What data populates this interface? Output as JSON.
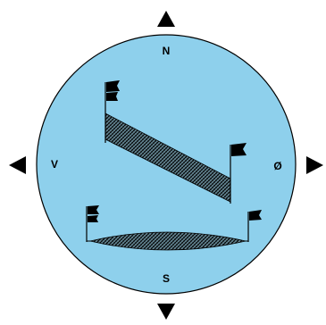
{
  "compass": {
    "north_label": "N",
    "south_label": "S",
    "west_label": "V",
    "east_label": "Ø"
  },
  "colors": {
    "disc_fill": "#8ed0ec",
    "outline": "#000000",
    "background": "#ffffff"
  },
  "icons": {
    "arrow_up": "triangle-up-icon",
    "arrow_down": "triangle-down-icon",
    "arrow_left": "triangle-left-icon",
    "arrow_right": "triangle-right-icon",
    "flag": "flag-icon"
  }
}
